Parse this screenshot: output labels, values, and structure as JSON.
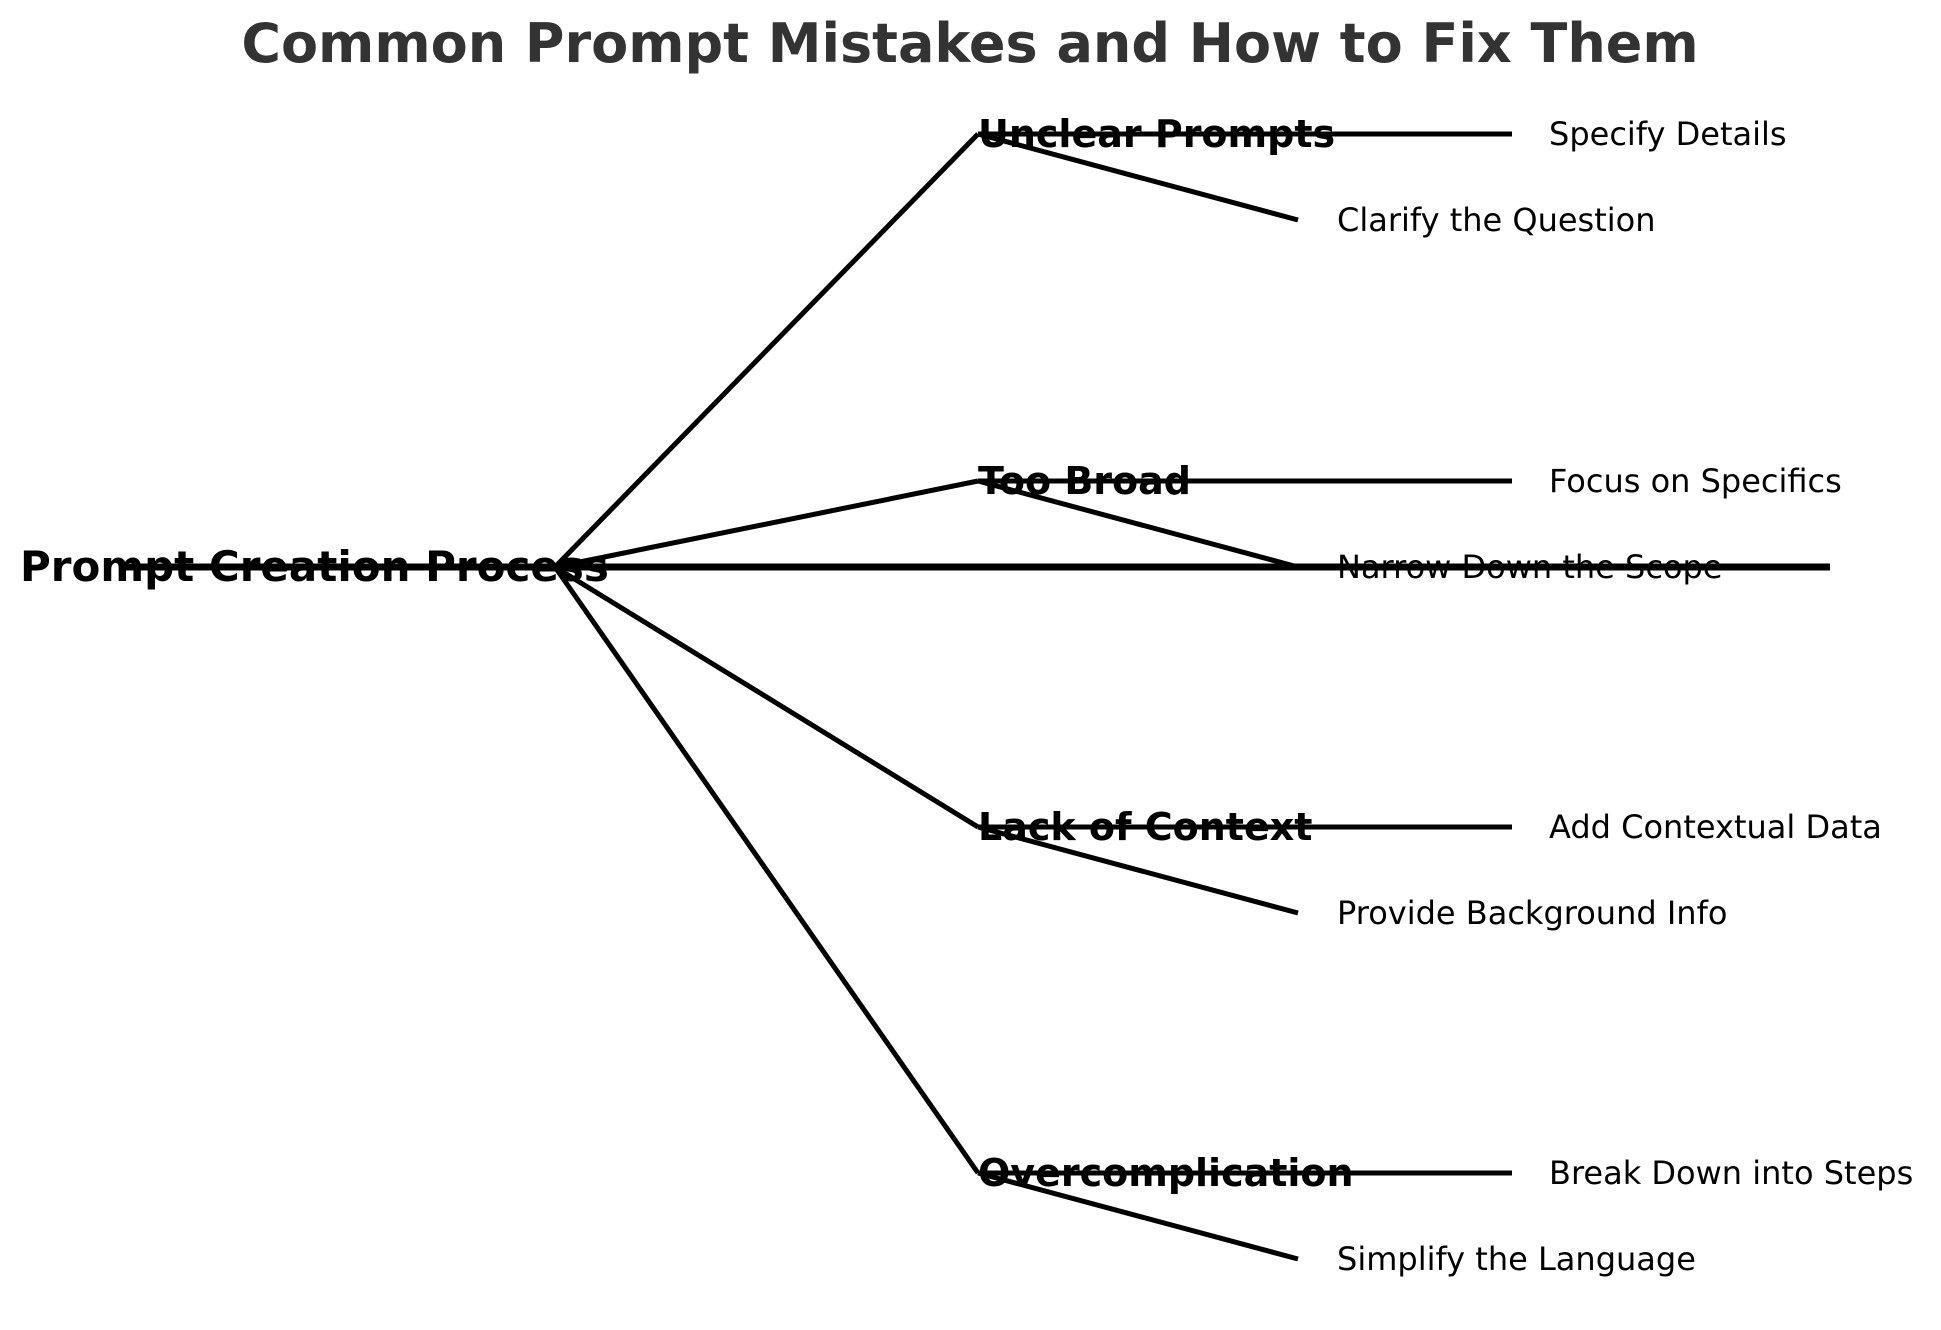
{
  "title": "Common Prompt Mistakes and How to Fix Them",
  "root": {
    "label": "Prompt Creation Process"
  },
  "mistakes": [
    {
      "label": "Unclear Prompts",
      "fixes": [
        "Specify Details",
        "Clarify the Question"
      ]
    },
    {
      "label": "Too Broad",
      "fixes": [
        "Focus on Specifics",
        "Narrow Down the Scope"
      ]
    },
    {
      "label": "Lack of Context",
      "fixes": [
        "Add Contextual Data",
        "Provide Background Info"
      ]
    },
    {
      "label": "Overcomplication",
      "fixes": [
        "Break Down into Steps",
        "Simplify the Language"
      ]
    }
  ],
  "colors": {
    "title": "#333333",
    "line": "#000000",
    "text": "#000000",
    "background": "#ffffff"
  }
}
